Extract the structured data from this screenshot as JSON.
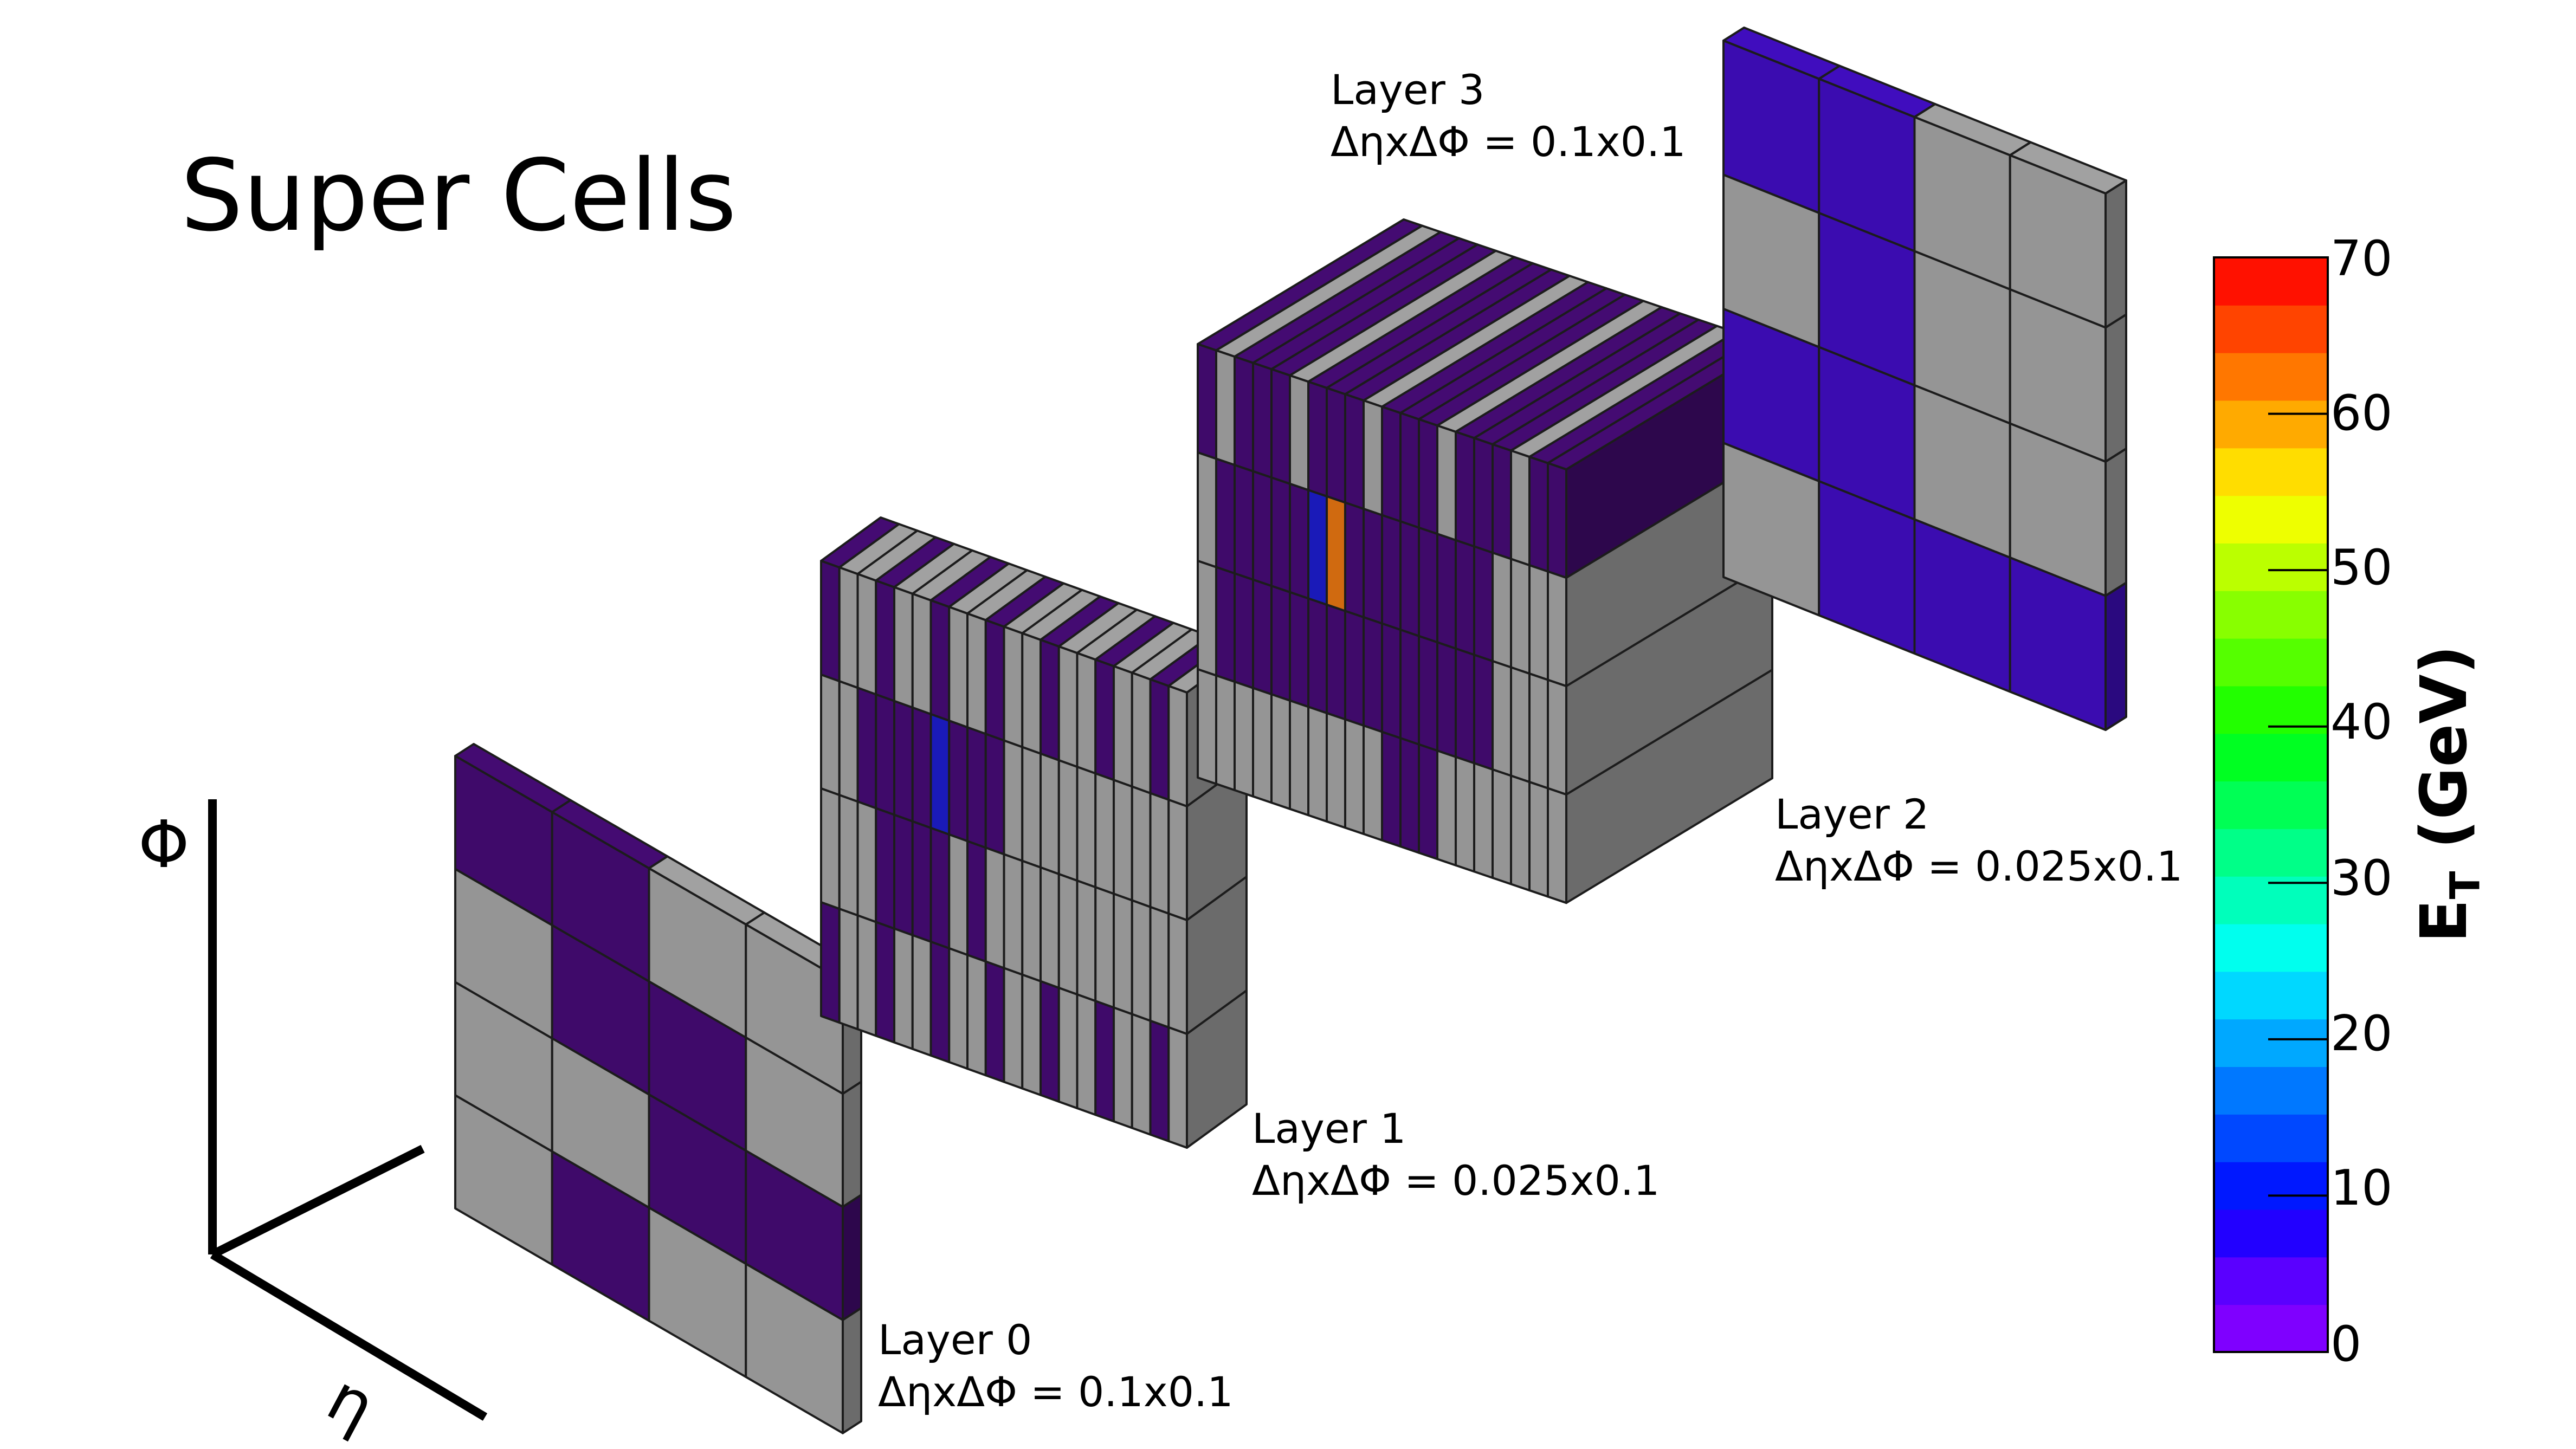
{
  "title": "Super Cells",
  "layers": [
    {
      "name": "Layer 0",
      "granularity": "ΔηxΔΦ = 0.1x0.1"
    },
    {
      "name": "Layer 1",
      "granularity": "ΔηxΔΦ = 0.025x0.1"
    },
    {
      "name": "Layer 2",
      "granularity": "ΔηxΔΦ = 0.025x0.1"
    },
    {
      "name": "Layer 3",
      "granularity": "ΔηxΔΦ = 0.1x0.1"
    }
  ],
  "axes": {
    "phi": "Φ",
    "eta": "η"
  },
  "colorbar": {
    "label": "E",
    "label_sub": "T",
    "label_unit": "(GeV)",
    "ticks": [
      "70",
      "60",
      "50",
      "40",
      "30",
      "20",
      "10",
      "0"
    ],
    "min": 0,
    "max": 70,
    "colors": [
      "#7f00ff",
      "#5a00ff",
      "#2200ff",
      "#0018ff",
      "#0048ff",
      "#0078ff",
      "#00a8ff",
      "#00d8ff",
      "#00ffee",
      "#00ffbb",
      "#00ff88",
      "#00ff55",
      "#00ff22",
      "#22ff00",
      "#55ff00",
      "#88ff00",
      "#bbff00",
      "#eeff00",
      "#ffdd00",
      "#ffaa00",
      "#ff7700",
      "#ff4400",
      "#ff1100"
    ]
  },
  "colors": {
    "empty_cell": "#959595",
    "low_energy_cell": "#3f0a6a",
    "layer3_cell": "#3b0cb0",
    "hot_cell": "#d06a10",
    "blue_cell": "#1a1ab8"
  }
}
